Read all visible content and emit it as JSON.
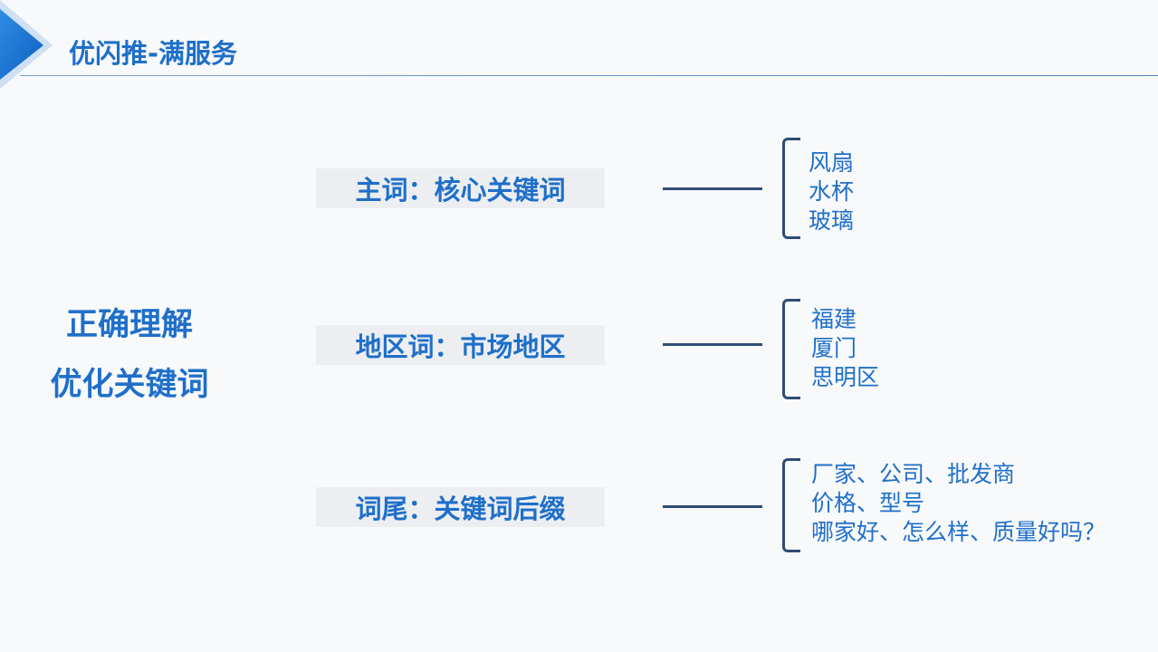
{
  "header": {
    "title": "优闪推-满服务"
  },
  "left_title": {
    "line1": "正确理解",
    "line2": "优化关键词"
  },
  "categories": [
    {
      "label": "主词：核心关键词",
      "items": [
        "风扇",
        "水杯",
        "玻璃"
      ]
    },
    {
      "label": "地区词：市场地区",
      "items": [
        "福建",
        "厦门",
        "思明区"
      ]
    },
    {
      "label": "词尾：关键词后缀",
      "items": [
        "厂家、公司、批发商",
        "价格、型号",
        "哪家好、怎么样、质量好吗？"
      ]
    }
  ],
  "colors": {
    "accent": "#1f6fc9",
    "line": "#2f4c74",
    "box": "#eceef1",
    "background": "#f8f9fb"
  }
}
